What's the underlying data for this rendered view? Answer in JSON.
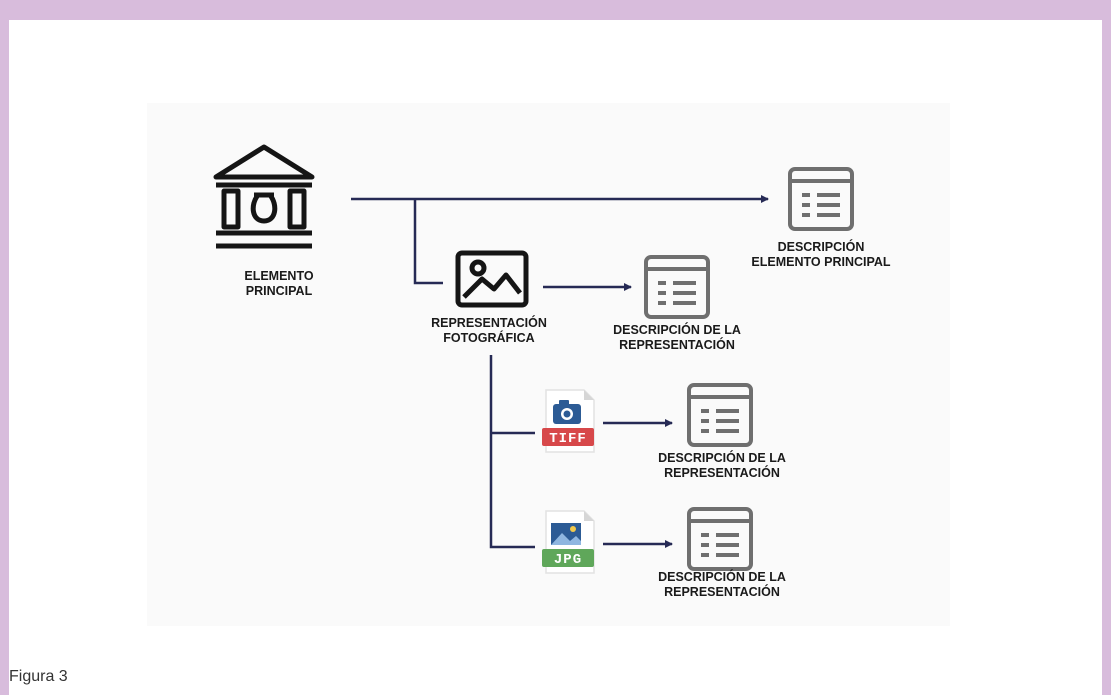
{
  "colors": {
    "page_border": "#d8bcdc",
    "connector": "#262a55",
    "icon_gray": "#6f6f6f",
    "tiff_red": "#d7484a",
    "jpg_green": "#5fa75a",
    "camera_blue": "#2c5b95"
  },
  "nodes": {
    "main_element": {
      "label": "ELEMENTO\nPRINCIPAL",
      "icon": "museum-icon"
    },
    "main_description": {
      "label": "DESCRIPCIÓN\nELEMENTO PRINCIPAL",
      "icon": "document-list-icon"
    },
    "photo_representation": {
      "label": "REPRESENTACIÓN\nFOTOGRÁFICA",
      "icon": "image-icon"
    },
    "photo_description": {
      "label": "DESCRIPCIÓN DE LA\nREPRESENTACIÓN",
      "icon": "document-list-icon"
    },
    "tiff_file": {
      "badge": "TIFF",
      "icon": "tiff-file-icon"
    },
    "tiff_description": {
      "label": "DESCRIPCIÓN DE LA\nREPRESENTACIÓN",
      "icon": "document-list-icon"
    },
    "jpg_file": {
      "badge": "JPG",
      "icon": "jpg-file-icon"
    },
    "jpg_description": {
      "label": "DESCRIPCIÓN DE LA\nREPRESENTACIÓN",
      "icon": "document-list-icon"
    }
  },
  "caption": "Figura 3"
}
